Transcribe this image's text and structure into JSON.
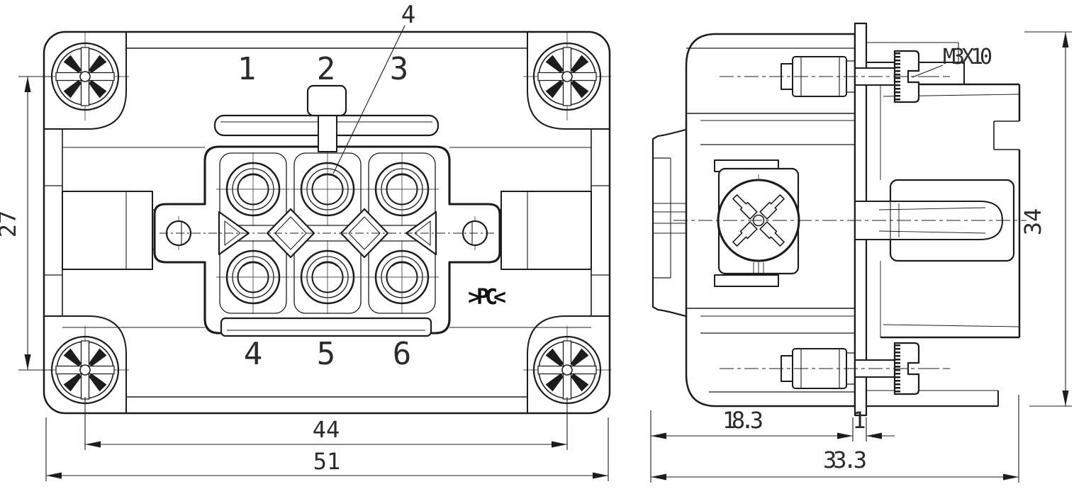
{
  "colors": {
    "line": "#1c1c1c",
    "background": "#ffffff",
    "text": "#2b2b2b"
  },
  "front_view": {
    "top_contact_labels": [
      "1",
      "2",
      "3"
    ],
    "bottom_contact_labels": [
      "4",
      "5",
      "6"
    ],
    "callout_label": "4",
    "material_marking": ">PC<",
    "dimensions": {
      "mounting_hole_vertical_spacing": "27",
      "mounting_hole_horizontal_spacing": "44",
      "overall_width": "51"
    }
  },
  "side_view": {
    "screw_spec_label": "M3X10",
    "dimensions": {
      "overall_height": "34",
      "front_depth": "18.3",
      "flange_thickness": "1",
      "overall_depth": "33.3"
    }
  }
}
